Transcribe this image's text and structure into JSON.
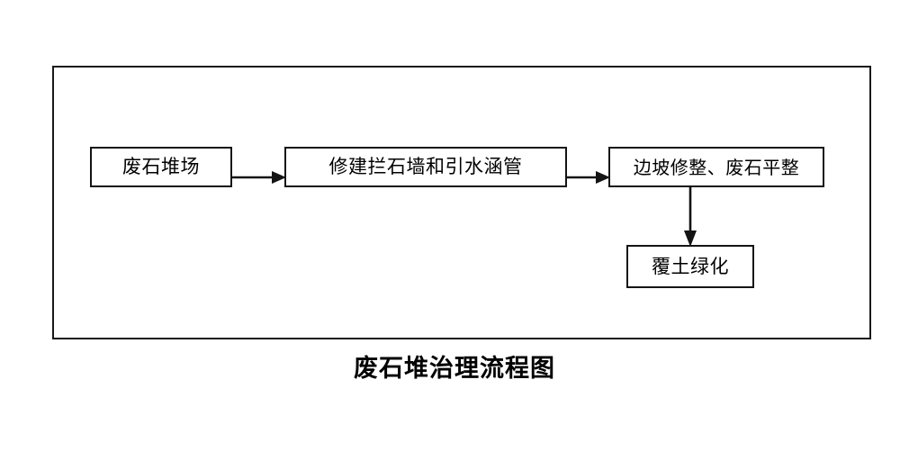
{
  "figure": {
    "caption": "废石堆治理流程图",
    "background_color": "#ffffff",
    "line_color": "#141414",
    "text_color": "#000000"
  },
  "diagram": {
    "type": "flowchart",
    "orientation": "left-to-right with one downward branch",
    "nodes": [
      {
        "id": "waste-dump",
        "label": "废石堆场",
        "shape": "rectangle"
      },
      {
        "id": "retaining",
        "label": "修建拦石墙和引水涵管",
        "shape": "rectangle"
      },
      {
        "id": "slope",
        "label": "边坡修整、废石平整",
        "shape": "rectangle"
      },
      {
        "id": "greening",
        "label": "覆土绿化",
        "shape": "rectangle"
      }
    ],
    "edges": [
      {
        "id": "dump-to-retaining",
        "from": "废石堆场",
        "to": "修建拦石墙和引水涵管",
        "direction": "right",
        "arrowhead": "filled-triangle"
      },
      {
        "id": "retaining-to-slope",
        "from": "修建拦石墙和引水涵管",
        "to": "边坡修整、废石平整",
        "direction": "right",
        "arrowhead": "filled-triangle"
      },
      {
        "id": "slope-to-greening",
        "from": "边坡修整、废石平整",
        "to": "覆土绿化",
        "direction": "down",
        "arrowhead": "filled-triangle"
      }
    ]
  }
}
